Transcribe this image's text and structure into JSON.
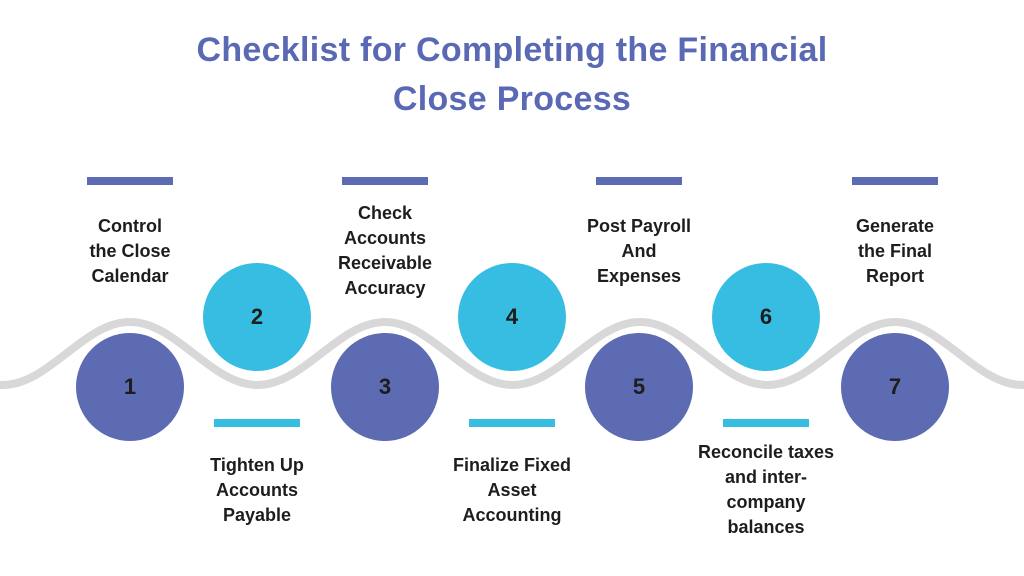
{
  "title": {
    "text": "Checklist for Completing the Financial\nClose Process"
  },
  "steps": [
    {
      "number": "1",
      "label": "Control\nthe Close\nCalendar"
    },
    {
      "number": "2",
      "label": "Tighten Up\nAccounts\nPayable"
    },
    {
      "number": "3",
      "label": "Check\nAccounts\nReceivable\nAccuracy"
    },
    {
      "number": "4",
      "label": "Finalize Fixed\nAsset\nAccounting"
    },
    {
      "number": "5",
      "label": "Post Payroll\nAnd\nExpenses"
    },
    {
      "number": "6",
      "label": "Reconcile taxes\nand inter-\ncompany\nbalances"
    },
    {
      "number": "7",
      "label": "Generate\nthe Final\nReport"
    }
  ],
  "colors": {
    "accent_purple": "#5C6BB2",
    "accent_cyan": "#38BDE2",
    "wave_gray": "#D8D8D8",
    "title_purple": "#5A69B4",
    "text_black": "#1D1D1D",
    "background": "#FFFFFF"
  }
}
